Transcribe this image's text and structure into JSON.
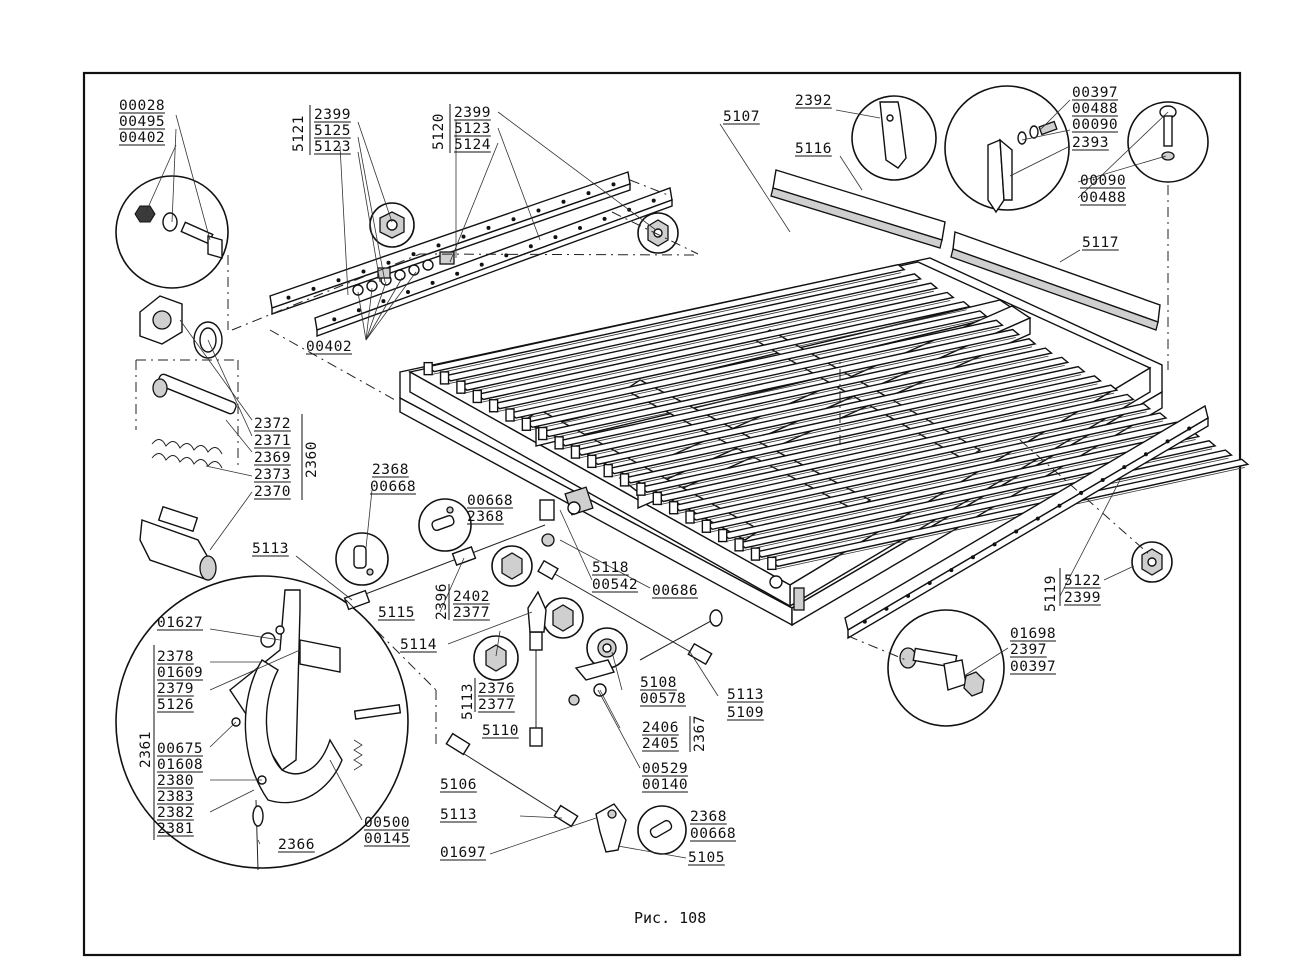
{
  "figure": {
    "caption": "Рис. 108"
  },
  "labels": {
    "l00028": "00028",
    "l00495": "00495",
    "l00402a": "00402",
    "l2399a": "2399",
    "l5125": "5125",
    "l5123a": "5123",
    "l5121": "5121",
    "l2399b": "2399",
    "l5123b": "5123",
    "l5124": "5124",
    "l5120": "5120",
    "l5107": "5107",
    "l2392": "2392",
    "l00397a": "00397",
    "l00488a": "00488",
    "l00090a": "00090",
    "l2393": "2393",
    "l00090b": "00090",
    "l00488b": "00488",
    "l5116": "5116",
    "l5117": "5117",
    "l00402b": "00402",
    "l2372": "2372",
    "l2371": "2371",
    "l2369": "2369",
    "l2373": "2373",
    "l2370": "2370",
    "l2360": "2360",
    "l2368a": "2368",
    "l00668a": "00668",
    "l00668b": "00668",
    "l2368b": "2368",
    "l5113a": "5113",
    "l5115": "5115",
    "l2396": "2396",
    "l2402": "2402",
    "l2377a": "2377",
    "l5118": "5118",
    "l00542": "00542",
    "l00686": "00686",
    "l5114": "5114",
    "l01627": "01627",
    "l2378": "2378",
    "l01609": "01609",
    "l2379": "2379",
    "l5126": "5126",
    "l2361": "2361",
    "l00675": "00675",
    "l01608": "01608",
    "l2380": "2380",
    "l2383": "2383",
    "l2382": "2382",
    "l2381": "2381",
    "l2366": "2366",
    "l00500": "00500",
    "l00145": "00145",
    "l5113b": "5113",
    "l2376": "2376",
    "l2377b": "2377",
    "l5110": "5110",
    "l5108": "5108",
    "l00578": "00578",
    "l5113c": "5113",
    "l5109": "5109",
    "l2406": "2406",
    "l2405": "2405",
    "l2367": "2367",
    "l00529": "00529",
    "l00140": "00140",
    "l5106": "5106",
    "l5113d": "5113",
    "l01697": "01697",
    "l2368c": "2368",
    "l00668c": "00668",
    "l5105": "5105",
    "l5119": "5119",
    "l5122": "5122",
    "l2399c": "2399",
    "l01698": "01698",
    "l2397": "2397",
    "l00397b": "00397"
  }
}
